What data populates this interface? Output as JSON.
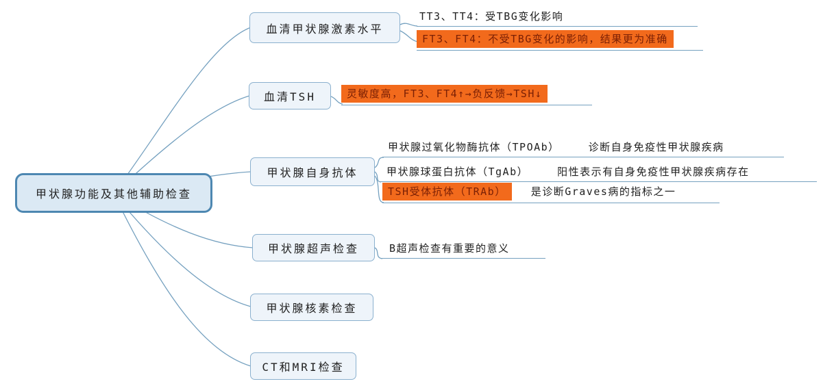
{
  "root": {
    "label": "甲状腺功能及其他辅助检查"
  },
  "branches": [
    {
      "label": "血清甲状腺激素水平",
      "children": [
        {
          "label": "TT3、TT4：受TBG变化影响",
          "style": "underline"
        },
        {
          "label": "FT3、FT4：不受TBG变化的影响，结果更为准确",
          "style": "highlight"
        }
      ]
    },
    {
      "label": "血清TSH",
      "children": [
        {
          "label": "灵敏度高，FT3、FT4↑→负反馈→TSH↓",
          "style": "highlight"
        }
      ]
    },
    {
      "label": "甲状腺自身抗体",
      "children": [
        {
          "label": "甲状腺过氧化物酶抗体（TPOAb）",
          "style": "underline",
          "children": [
            {
              "label": "诊断自身免疫性甲状腺疾病",
              "style": "underline"
            }
          ]
        },
        {
          "label": "甲状腺球蛋白抗体（TgAb）",
          "style": "underline",
          "children": [
            {
              "label": "阳性表示有自身免疫性甲状腺疾病存在",
              "style": "underline"
            }
          ]
        },
        {
          "label": "TSH受体抗体（TRAb）",
          "style": "highlight",
          "children": [
            {
              "label": "是诊断Graves病的指标之一",
              "style": "underline"
            }
          ]
        }
      ]
    },
    {
      "label": "甲状腺超声检查",
      "children": [
        {
          "label": "B超声检查有重要的意义",
          "style": "underline"
        }
      ]
    },
    {
      "label": "甲状腺核素检查",
      "children": []
    },
    {
      "label": "CT和MRI检查",
      "children": []
    }
  ],
  "colors": {
    "highlight_bg": "#F26A1C",
    "highlight_text": "#7B2005",
    "branch_line": "#74A0BF",
    "root_border": "#4D87B1",
    "root_fill": "#DBE9F4",
    "topic_border": "#8AB0CE",
    "topic_fill": "#EEF4FA",
    "text": "#212121"
  }
}
